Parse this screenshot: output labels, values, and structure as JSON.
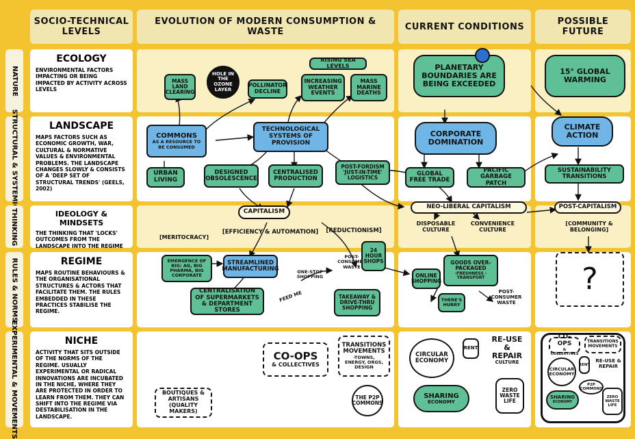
{
  "headers": {
    "levels": "SOCIO-TECHNICAL LEVELS",
    "evolution": "EVOLUTION OF MODERN CONSUMPTION & WASTE",
    "current": "CURRENT CONDITIONS",
    "future": "POSSIBLE FUTURE"
  },
  "rows": [
    {
      "side": "NATURE",
      "title": "ECOLOGY",
      "desc": "Environmental factors impacting or being impacted by activity across levels"
    },
    {
      "side": "STRUCTURAL & SYSTEMIC",
      "title": "LANDSCAPE",
      "desc": "Maps factors such as economic growth, war, cultural & normative values & environmental problems. The landscape changes slowly & consists of a 'deep set of structural trends' (Geels, 2002)"
    },
    {
      "side": "THINKING",
      "title": "IDEOLOGY & MINDSETS",
      "desc": "The thinking that 'locks' outcomes from the landscape into the regime"
    },
    {
      "side": "RULES & NORMS",
      "title": "REGIME",
      "desc": "Maps routine behaviours & the organisational structures & actors that facilitate them. The rules embedded in these practices stabilise the regime."
    },
    {
      "side": "EXPERIMENTAL & MOVEMENTS",
      "title": "NICHE",
      "desc": "Activity that sits outside of the norms of the regime. Usually experimental or radical innovations are incubated in the niche, where they are protected in order to learn from them. They can shift into the regime via destabilisation in the landscape."
    }
  ],
  "evolution": {
    "ecology": [
      "MASS LAND CLEARING",
      "HOLE IN THE OZONE LAYER",
      "POLLINATOR DECLINE",
      "RISING SEA LEVELS",
      "INCREASING WEATHER EVENTS",
      "MASS MARINE DEATHS"
    ],
    "landscape": {
      "commons": "COMMONS",
      "commons_sub": "AS A RESOURCE TO BE CONSUMED",
      "tech": "TECHNOLOGICAL SYSTEMS OF PROVISION",
      "urban": "URBAN LIVING",
      "obsolescence": "DESIGNED OBSOLESCENCE",
      "centralised": "CENTRALISED PRODUCTION",
      "postfordism": "POST-FORDISM 'JUST-IN-TIME' LOGISTICS"
    },
    "ideology": {
      "capitalism": "CAPITALISM",
      "meritocracy": "[MERITOCRACY]",
      "efficiency": "[EFFICIENCY & AUTOMATION]",
      "reductionism": "[REDUCTIONISM]"
    },
    "regime": {
      "emergence": "EMERGENCE OF BIG: AG, BIG PHARMA, BIG CORPORATE",
      "streamlined": "STREAMLINED MANUFACTURING",
      "centralisation": "CENTRALISATION OF SUPERMARKETS & DEPARTMENT STORES",
      "oneshop": "ONE-STOP SHOPPING",
      "postconsumer": "POST-CONSUMER WASTE",
      "hourshops": "24 HOUR SHOPS",
      "takeaway": "TAKEAWAY & DRIVE-THRU SHOPPING",
      "trolley": "FEED ME"
    },
    "niche": {
      "coops": "CO-OPS",
      "coops_sub": "& COLLECTIVES",
      "transitions": "TRANSITIONS MOVEMENTS",
      "transitions_sub": "-TOWNS, ENERGY, ORGS, DESIGN",
      "p2p": "THE P2P COMMONS",
      "boutiques": "BOUTIQUES & ARTISANS (QUALITY MAKERS)"
    }
  },
  "current": {
    "planetary": "PLANETARY BOUNDARIES ARE BEING EXCEEDED",
    "corporate": "CORPORATE DOMINATION",
    "freetrade": "GLOBAL FREE TRADE",
    "garbage": "PACIFIC GARBAGE PATCH",
    "neoliberal": "NEO-LIBERAL CAPITALISM",
    "disposable": "DISPOSABLE CULTURE",
    "convenience": "CONVENIENCE CULTURE",
    "online": "ONLINE SHOPPING",
    "goods": "GOODS OVER-PACKAGED",
    "goods_sub": "-FRESHNESS -TRANSPORT",
    "hurry": "THERE'S HURRY",
    "postconsumer": "POST-CONSUMER WASTE",
    "circular": "CIRCULAR ECONOMY",
    "rent": "RENT",
    "reuse": "RE-USE & REPAIR",
    "reuse_sub": "CULTURE",
    "sharing": "SHARING",
    "sharing_sub": "ECONOMY",
    "zerowaste": "ZERO WASTE LIFE"
  },
  "future": {
    "warming": "15° GLOBAL WARMING",
    "climate": "CLIMATE ACTION",
    "sustainability": "SUSTAINABILITY TRANSITIONS",
    "postcap": "POST-CAPITALISM",
    "community": "[COMMUNITY & BELONGING]",
    "unknown": "?",
    "coops": "CO-OPS",
    "coops_sub": "& COLLECTIVES",
    "transitions": "TRANSITIONS MOVEMENTS",
    "circular": "CIRCULAR ECONOMY",
    "rent": "RENT",
    "reuse": "RE-USE & REPAIR",
    "p2p": "P2P COMMONS",
    "sharing": "SHARING",
    "sharing_sub": "ECONOMY",
    "zerowaste": "ZERO WASTE LIFE"
  }
}
